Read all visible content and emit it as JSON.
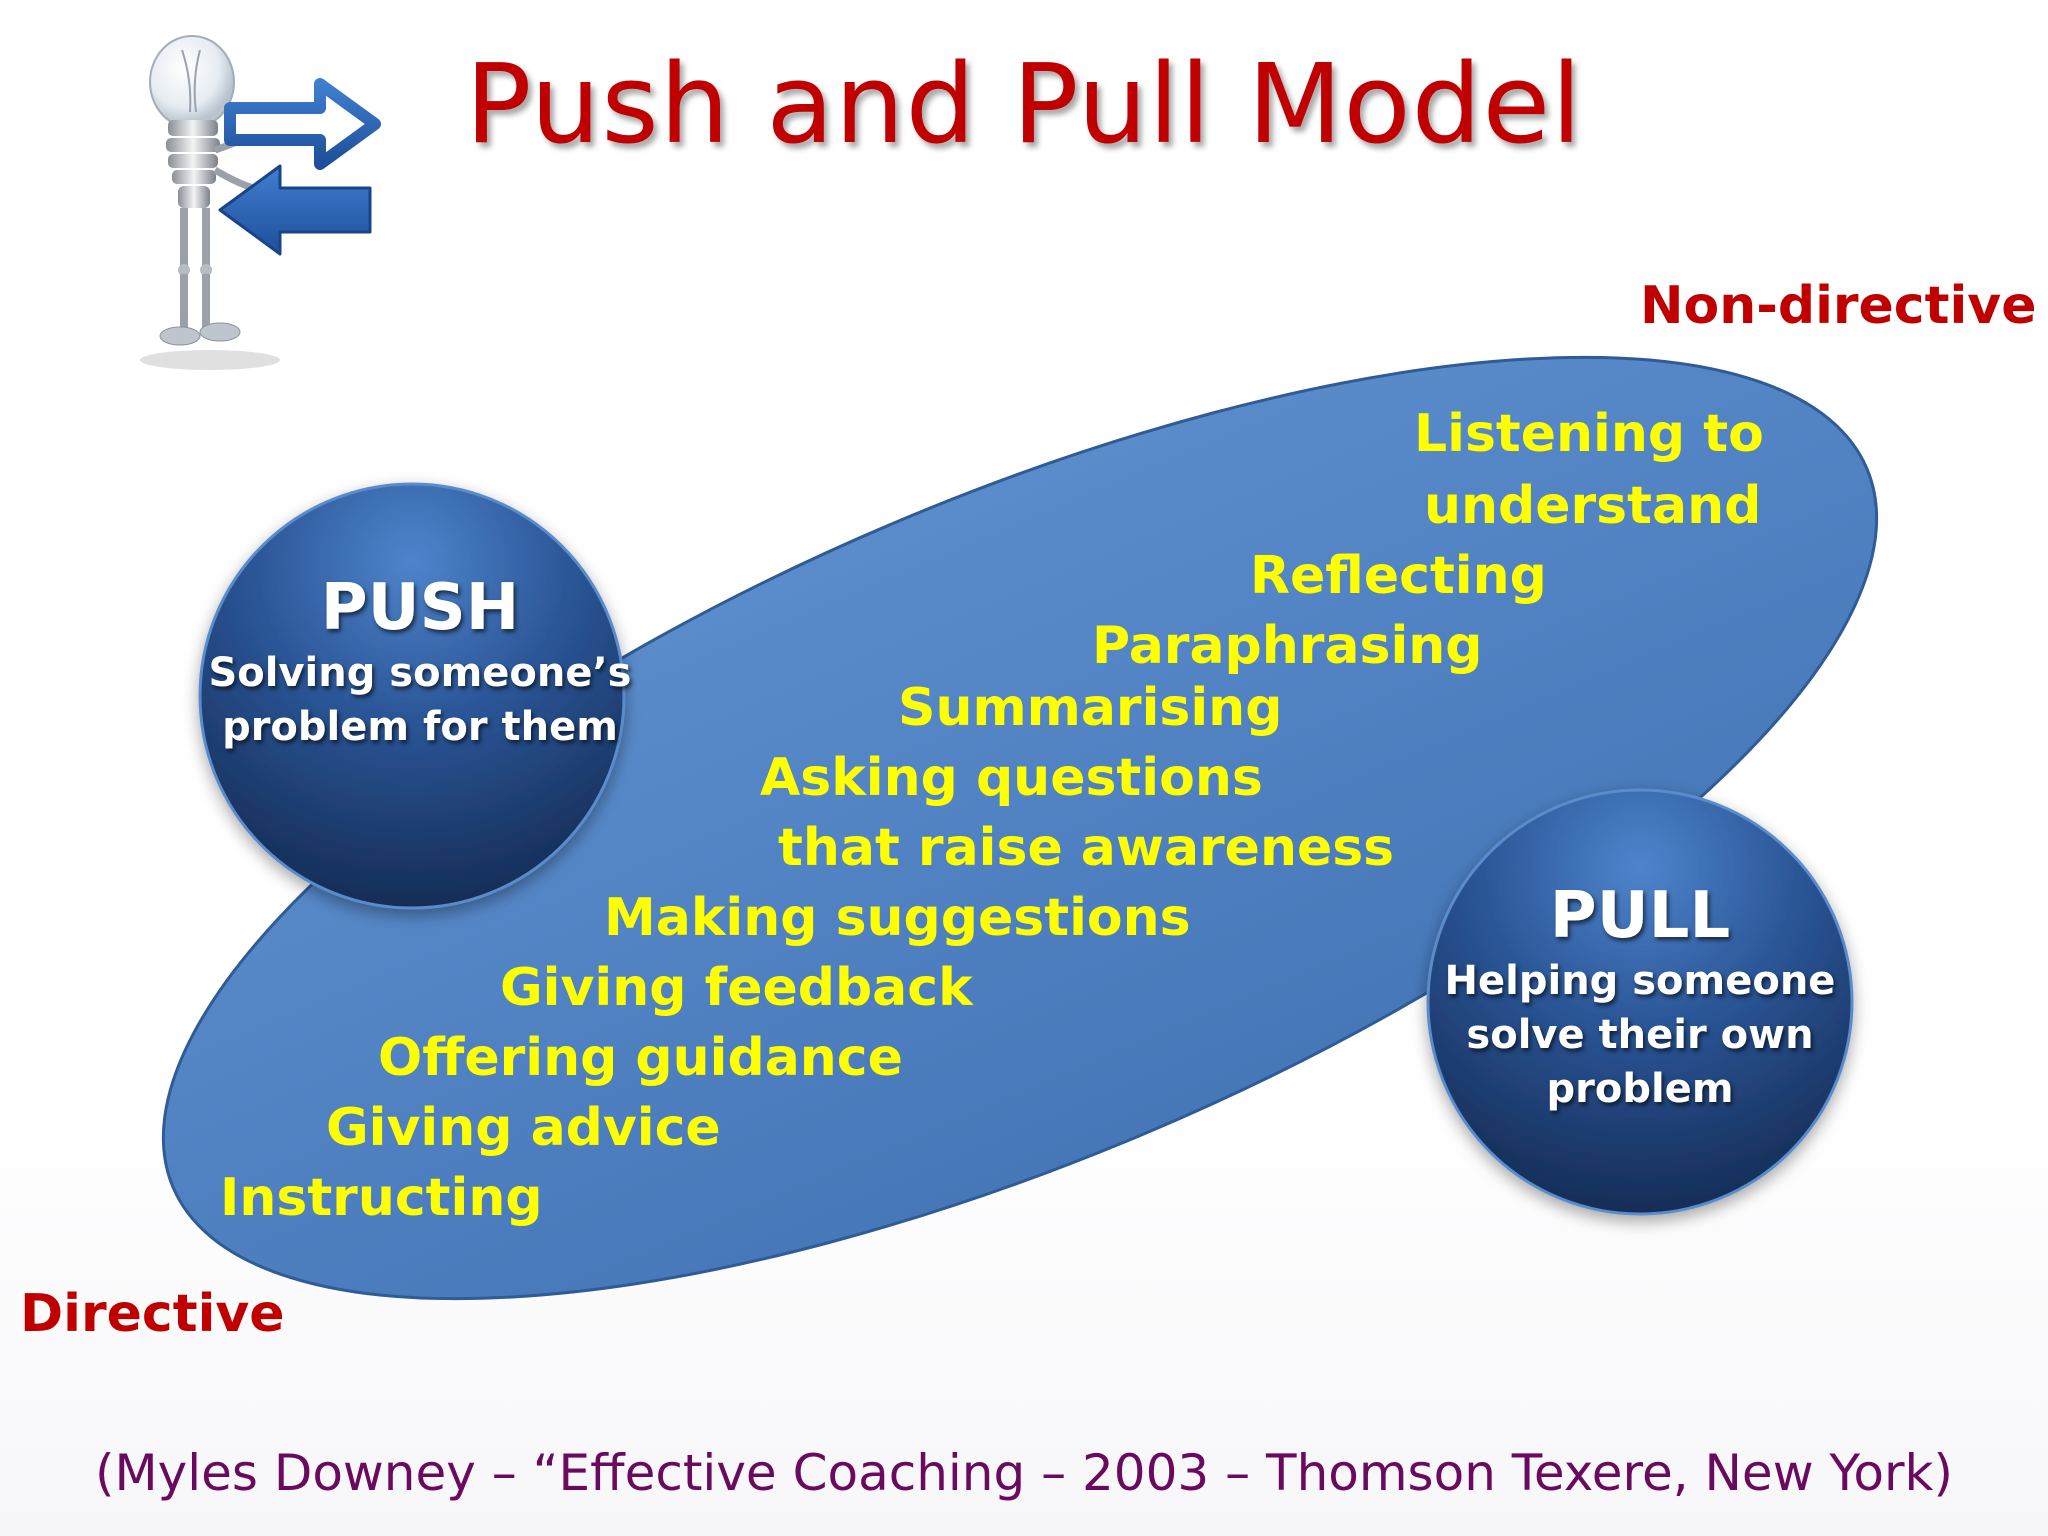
{
  "title": "Push and Pull Model",
  "poles": {
    "non_directive": "Non-directive",
    "directive": "Directive"
  },
  "push": {
    "heading": "PUSH",
    "description": "Solving someone’s problem for them"
  },
  "pull": {
    "heading": "PULL",
    "description": "Helping someone solve their own problem"
  },
  "techniques": [
    "Listening to",
    "understand",
    "Reflecting",
    "Paraphrasing",
    "Summarising",
    "Asking questions",
    "that raise awareness",
    "Making suggestions",
    "Giving feedback",
    "Offering guidance",
    "Giving advice",
    "Instructing"
  ],
  "citation": "(Myles Downey – “Effective Coaching – 2003 – Thomson Texere, New York)",
  "colors": {
    "title": "#c00000",
    "pole_labels": "#c00000",
    "technique_text": "#ffff00",
    "ellipse_fill": "#4f81c2",
    "circle_fill": "#1f3d6e",
    "citation": "#6a0a5f"
  },
  "icons": {
    "mascot": "lightbulb-robot-with-arrows-icon"
  }
}
